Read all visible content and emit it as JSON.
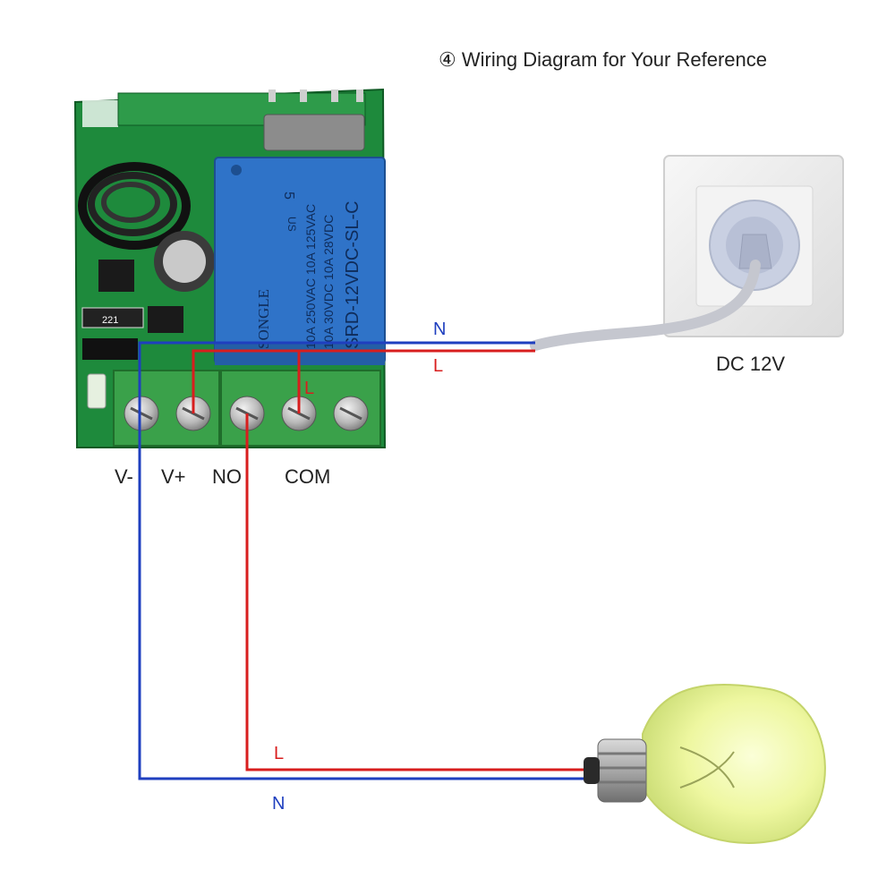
{
  "title": "④ Wiring Diagram for Your Reference",
  "power_source_label": "DC 12V",
  "terminals": {
    "v_minus": "V-",
    "v_plus": "V+",
    "no": "NO",
    "com": "COM"
  },
  "wire_labels": {
    "top_neutral": "N",
    "top_live": "L",
    "com_live": "L",
    "bulb_live": "L",
    "bulb_neutral": "N"
  },
  "relay_markings": {
    "number": "5",
    "brand": "SONGLE",
    "rating_1": "10A 250VAC  10A 125VAC",
    "rating_2": "10A 30VDC  10A 28VDC",
    "model": "SRD-12VDC-SL-C",
    "cert": "US"
  },
  "pcb_markings": {
    "resistor": "221"
  },
  "colors": {
    "neutral_wire": "#1f3fbf",
    "live_wire": "#d81e1e",
    "pcb": "#1e8a3c",
    "relay": "#2f73c8",
    "terminal_block": "#3aa14a"
  }
}
